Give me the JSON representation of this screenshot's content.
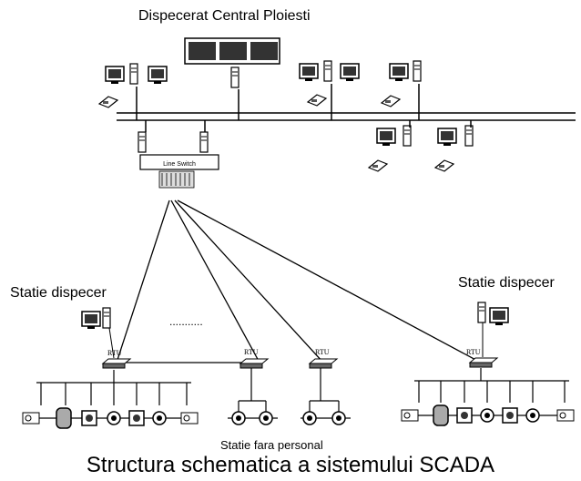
{
  "labels": {
    "control_center": "Dispecerat Central Ploiesti",
    "station_left": "Statie dispecer",
    "station_right": "Statie dispecer",
    "unmanned_station": "Statie fara personal",
    "caption": "Structura schematica a sistemului SCADA"
  },
  "devices": {
    "line_switch": "Line Switch",
    "rtu": "RTU",
    "ellipsis": "..........."
  },
  "colors": {
    "ink": "#000000",
    "screen": "#3a3a3a",
    "paper": "#ffffff"
  }
}
